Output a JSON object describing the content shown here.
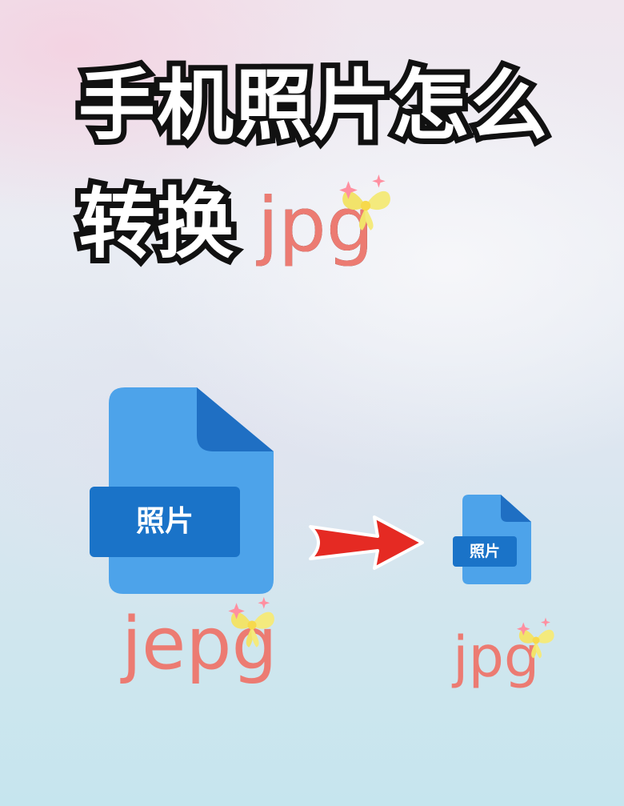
{
  "headline": {
    "line1": "手机照片怎么",
    "line2_prefix": "转换",
    "line2_ext": "jpg"
  },
  "conversion": {
    "source": {
      "file_label": "照片",
      "format": "jepg",
      "icon": "file-icon",
      "color": "#4da3ea"
    },
    "arrow_icon": "right-arrow-icon",
    "arrow_color": "#e52a23",
    "target": {
      "file_label": "照片",
      "format": "jpg",
      "icon": "file-icon",
      "color": "#4da3ea"
    }
  },
  "decorations": {
    "bow_icon": "bow-sparkle-icon",
    "bow_color": "#f2e36a"
  },
  "colors": {
    "accent_text": "#ec7b72",
    "file_body": "#4da3ea",
    "file_fold": "#1f6fc3",
    "file_band": "#1a73c8",
    "arrow": "#e52a23"
  }
}
